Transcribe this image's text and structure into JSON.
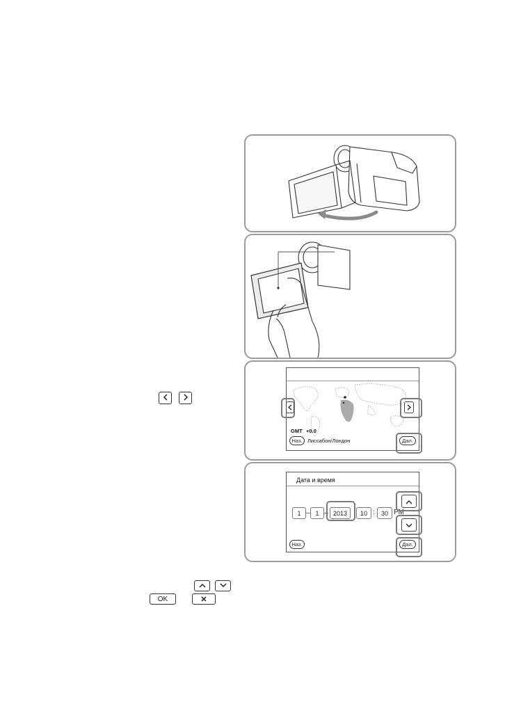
{
  "inline_buttons": {
    "left_label": "<",
    "right_label": ">",
    "up_label": "^",
    "down_label": "v",
    "ok_label": "OK",
    "cancel_label": "✕"
  },
  "map_screen": {
    "gmt_label": "GMT",
    "gmt_offset": "+0.0",
    "back_label": "Наз.",
    "city": "Лиссабон/Лондон",
    "next_label": "Дал."
  },
  "datetime_screen": {
    "title": "Дата и время",
    "day": "1",
    "month": "1",
    "year": "2013",
    "hour": "10",
    "separator": ":",
    "minute": "30",
    "ampm": "PM",
    "back_label": "Наз.",
    "next_label": "Дал."
  }
}
